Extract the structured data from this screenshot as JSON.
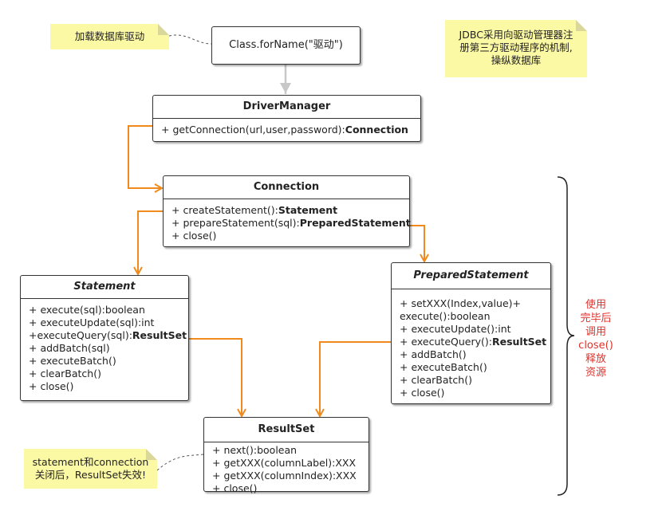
{
  "notes": {
    "load_driver": "加载数据库驱动",
    "jdbc_intro": [
      "JDBC采用向驱动管理器注",
      "册第三方驱动程序的机制,",
      "操纵数据库"
    ],
    "resultset_note": [
      "statement和connection",
      "关闭后，ResultSet失效!"
    ]
  },
  "class_forname": "Class.forName(\"驱动\")",
  "classes": {
    "driver_manager": {
      "title": "DriverManager",
      "methods": [
        {
          "text": "+ getConnection(url,user,password):",
          "bold": "Connection"
        }
      ]
    },
    "connection": {
      "title": "Connection",
      "methods": [
        {
          "text": "+ createStatement():",
          "bold": "Statement"
        },
        {
          "text": "+ prepareStatement(sql):",
          "bold": "PreparedStatement"
        },
        {
          "text": "+ close()",
          "bold": ""
        }
      ]
    },
    "statement": {
      "title": "Statement",
      "methods": [
        {
          "text": "+ execute(sql):boolean",
          "bold": ""
        },
        {
          "text": "+ executeUpdate(sql):int",
          "bold": ""
        },
        {
          "text": "+executeQuery(sql):",
          "bold": "ResultSet"
        },
        {
          "text": "+ addBatch(sql)",
          "bold": ""
        },
        {
          "text": "+ executeBatch()",
          "bold": ""
        },
        {
          "text": "+ clearBatch()",
          "bold": ""
        },
        {
          "text": "+ close()",
          "bold": ""
        }
      ]
    },
    "prepared_statement": {
      "title": "PreparedStatement",
      "methods": [
        {
          "text": "+ setXXX(Index,value)+",
          "bold": ""
        },
        {
          "text": "execute():boolean",
          "bold": ""
        },
        {
          "text": "+ executeUpdate():int",
          "bold": ""
        },
        {
          "text": "+ executeQuery():",
          "bold": "ResultSet"
        },
        {
          "text": "+ addBatch()",
          "bold": ""
        },
        {
          "text": "+ executeBatch()",
          "bold": ""
        },
        {
          "text": "+ clearBatch()",
          "bold": ""
        },
        {
          "text": "+ close()",
          "bold": ""
        }
      ]
    },
    "result_set": {
      "title": "ResultSet",
      "methods": [
        {
          "text": "+ next():boolean",
          "bold": ""
        },
        {
          "text": "+ getXXX(columnLabel):XXX",
          "bold": ""
        },
        {
          "text": "+ getXXX(columnIndex):XXX",
          "bold": ""
        },
        {
          "text": "+ close()",
          "bold": ""
        }
      ]
    }
  },
  "brace_label": [
    "使用",
    "完毕后",
    "调用",
    "close()",
    "释放",
    "资源"
  ],
  "colors": {
    "arrow": "#f08a1c",
    "gray_arrow": "#c8c8c8",
    "note_bg": "#fcf9a5",
    "red_text": "#e0312b"
  }
}
